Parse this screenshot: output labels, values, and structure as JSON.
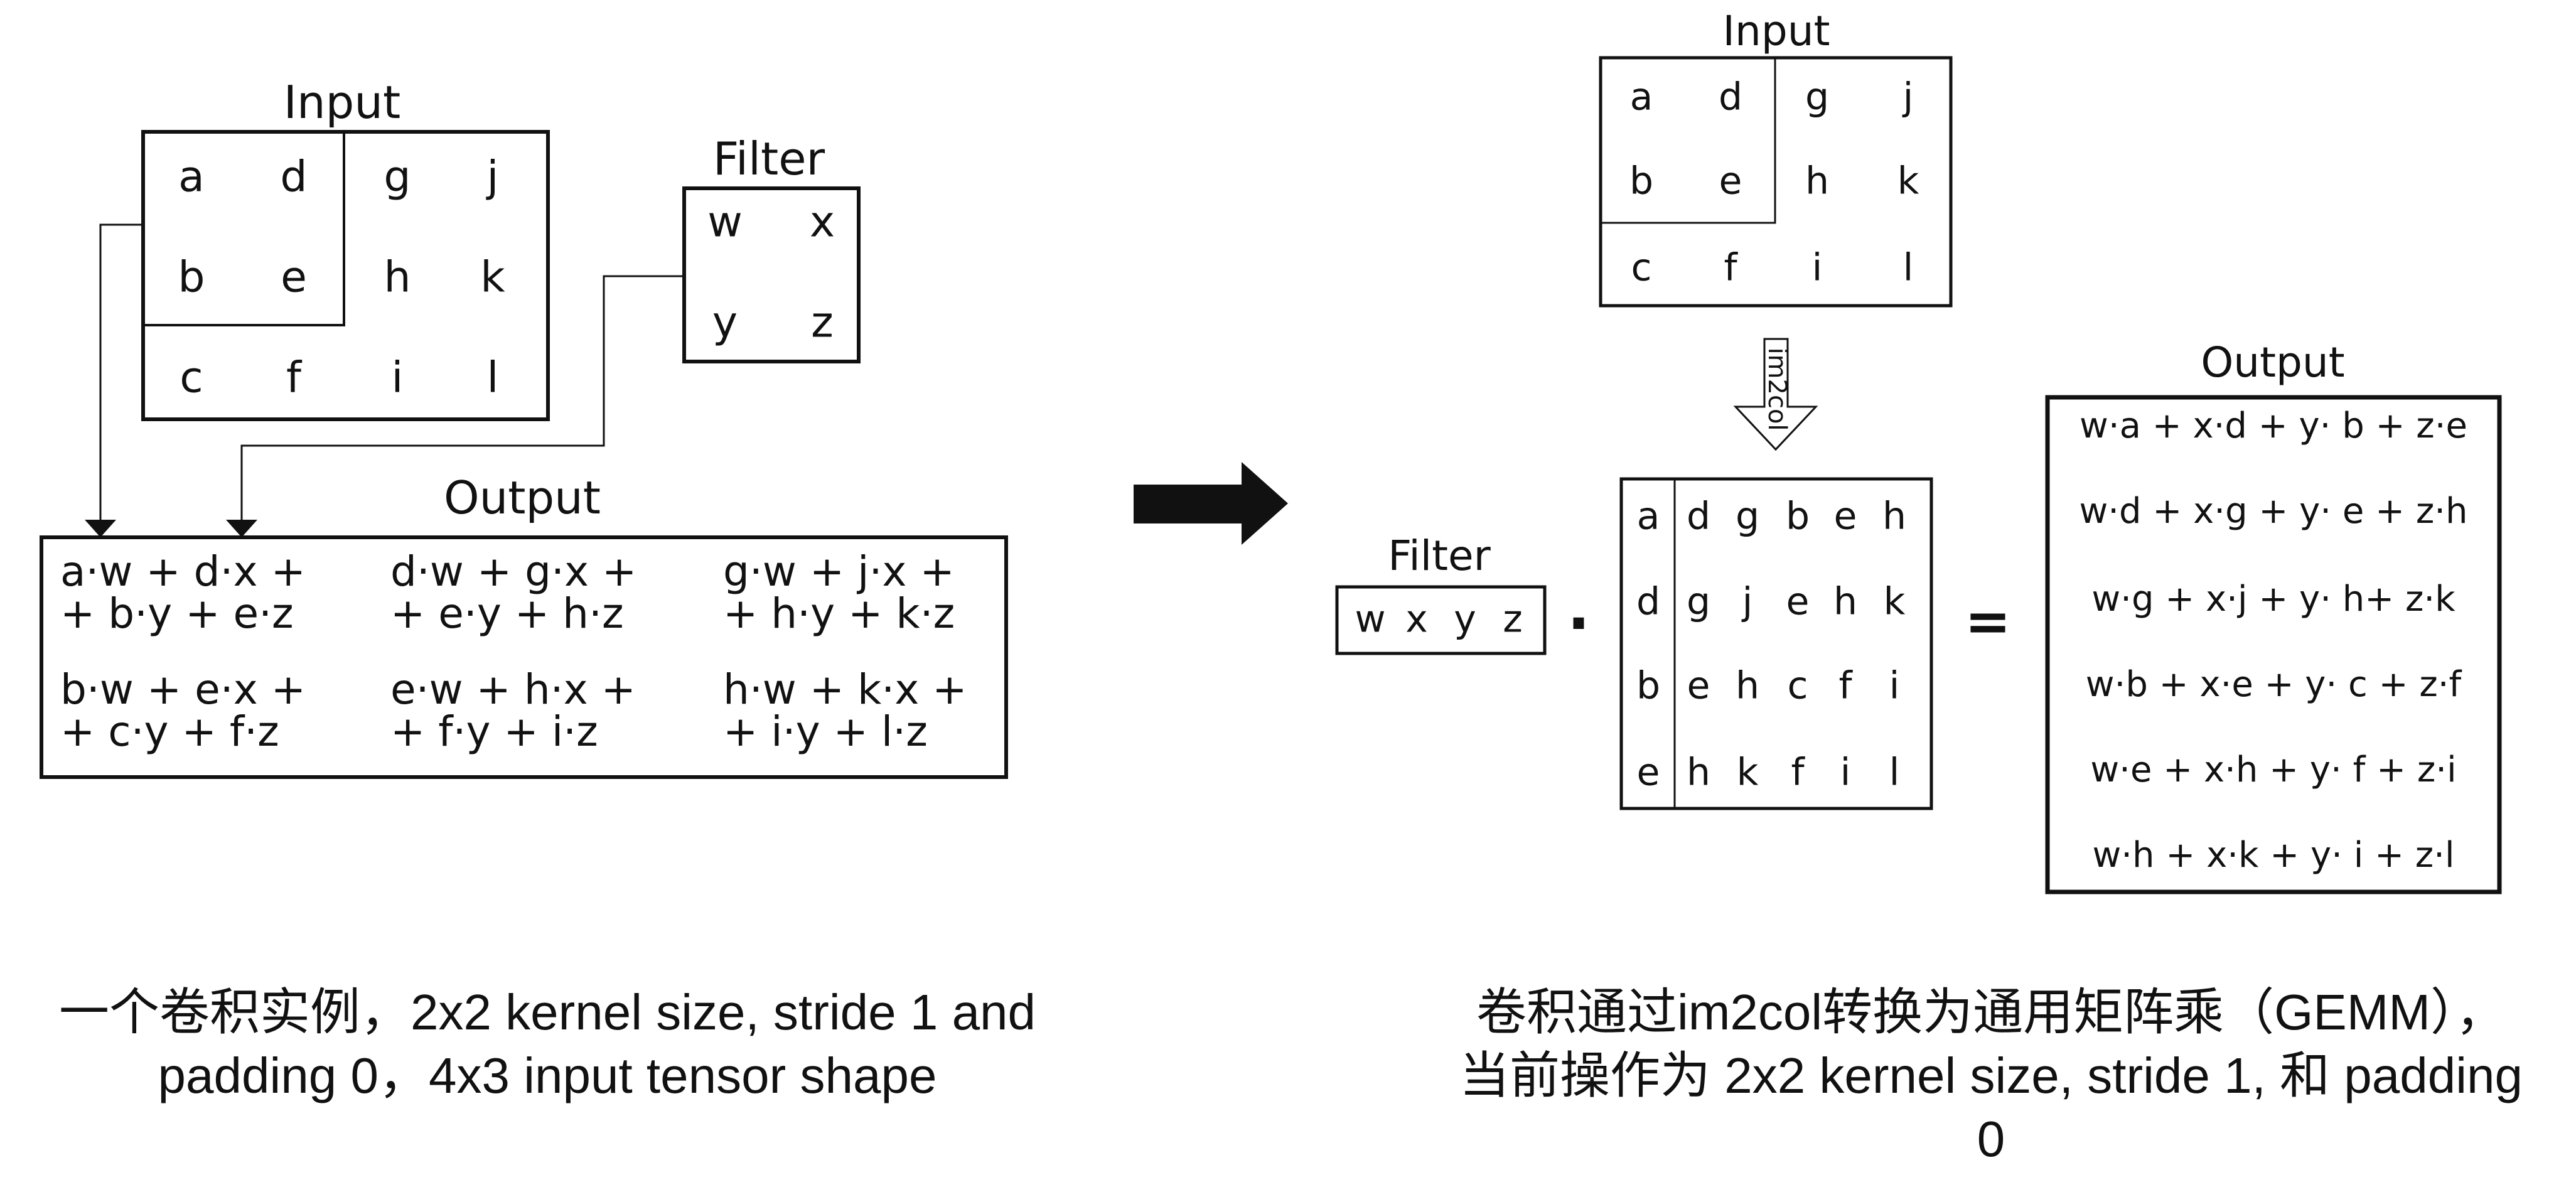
{
  "left": {
    "input_title": "Input",
    "input_cells": [
      [
        "a",
        "d",
        "g",
        "j"
      ],
      [
        "b",
        "e",
        "h",
        "k"
      ],
      [
        "c",
        "f",
        "i",
        "l"
      ]
    ],
    "filter_title": "Filter",
    "filter_cells": [
      [
        "w",
        "x"
      ],
      [
        "y",
        "z"
      ]
    ],
    "output_title": "Output",
    "output_cells": [
      [
        "a·w + d·x +",
        "+ b·y + e·z"
      ],
      [
        "d·w + g·x +",
        "+ e·y + h·z"
      ],
      [
        "g·w + j·x +",
        "+ h·y + k·z"
      ],
      [
        "b·w + e·x +",
        "+ c·y + f·z"
      ],
      [
        "e·w + h·x +",
        "+ f·y + i·z"
      ],
      [
        "h·w + k·x +",
        "+ i·y + l·z"
      ]
    ],
    "caption_line1": "一个卷积实例，2x2 kernel size, stride 1 and",
    "caption_line2": "padding 0，4x3 input tensor shape"
  },
  "right": {
    "input_title": "Input",
    "input_cells": [
      [
        "a",
        "d",
        "g",
        "j"
      ],
      [
        "b",
        "e",
        "h",
        "k"
      ],
      [
        "c",
        "f",
        "i",
        "l"
      ]
    ],
    "im2col_label": "im2col",
    "filter_title": "Filter",
    "filter_row": [
      "w",
      "x",
      "y",
      "z"
    ],
    "dot_symbol": "·",
    "col_matrix": [
      [
        "a",
        "d",
        "g",
        "b",
        "e",
        "h"
      ],
      [
        "d",
        "g",
        "j",
        "e",
        "h",
        "k"
      ],
      [
        "b",
        "e",
        "h",
        "c",
        "f",
        "i"
      ],
      [
        "e",
        "h",
        "k",
        "f",
        "i",
        "l"
      ]
    ],
    "equals_symbol": "=",
    "output_title": "Output",
    "output_rows": [
      "w·a + x·d + y· b + z·e",
      "w·d + x·g + y· e + z·h",
      "w·g + x·j + y· h+ z·k",
      "w·b + x·e + y· c + z·f",
      "w·e + x·h + y· f + z·i",
      "w·h + x·k + y· i + z·l"
    ],
    "caption_line1": "卷积通过im2col转换为通用矩阵乘（GEMM），",
    "caption_line2": "当前操作为 2x2 kernel size, stride 1, 和 padding",
    "caption_line3": "0"
  }
}
